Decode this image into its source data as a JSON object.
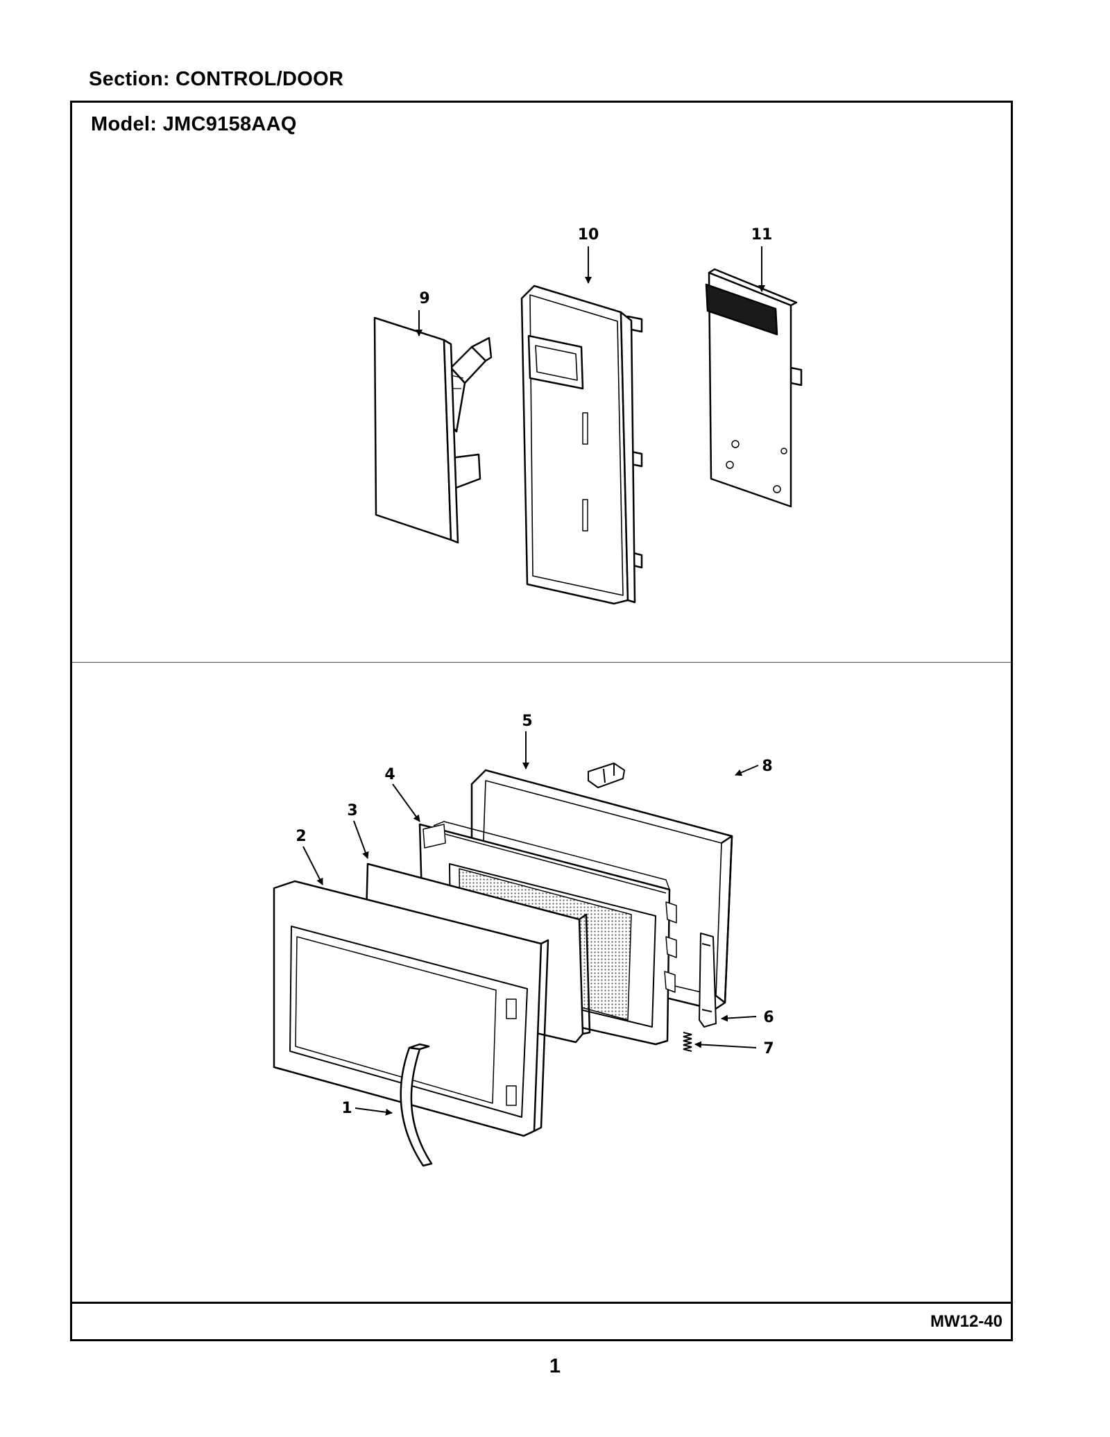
{
  "header": {
    "section": "Section:  CONTROL/DOOR"
  },
  "diagram": {
    "model": "Model:  JMC9158AAQ"
  },
  "callouts": {
    "c1": "1",
    "c2": "2",
    "c3": "3",
    "c4": "4",
    "c5": "5",
    "c6": "6",
    "c7": "7",
    "c8": "8",
    "c9": "9",
    "c10": "10",
    "c11": "11"
  },
  "footer": {
    "code": "MW12-40",
    "page": "1"
  }
}
